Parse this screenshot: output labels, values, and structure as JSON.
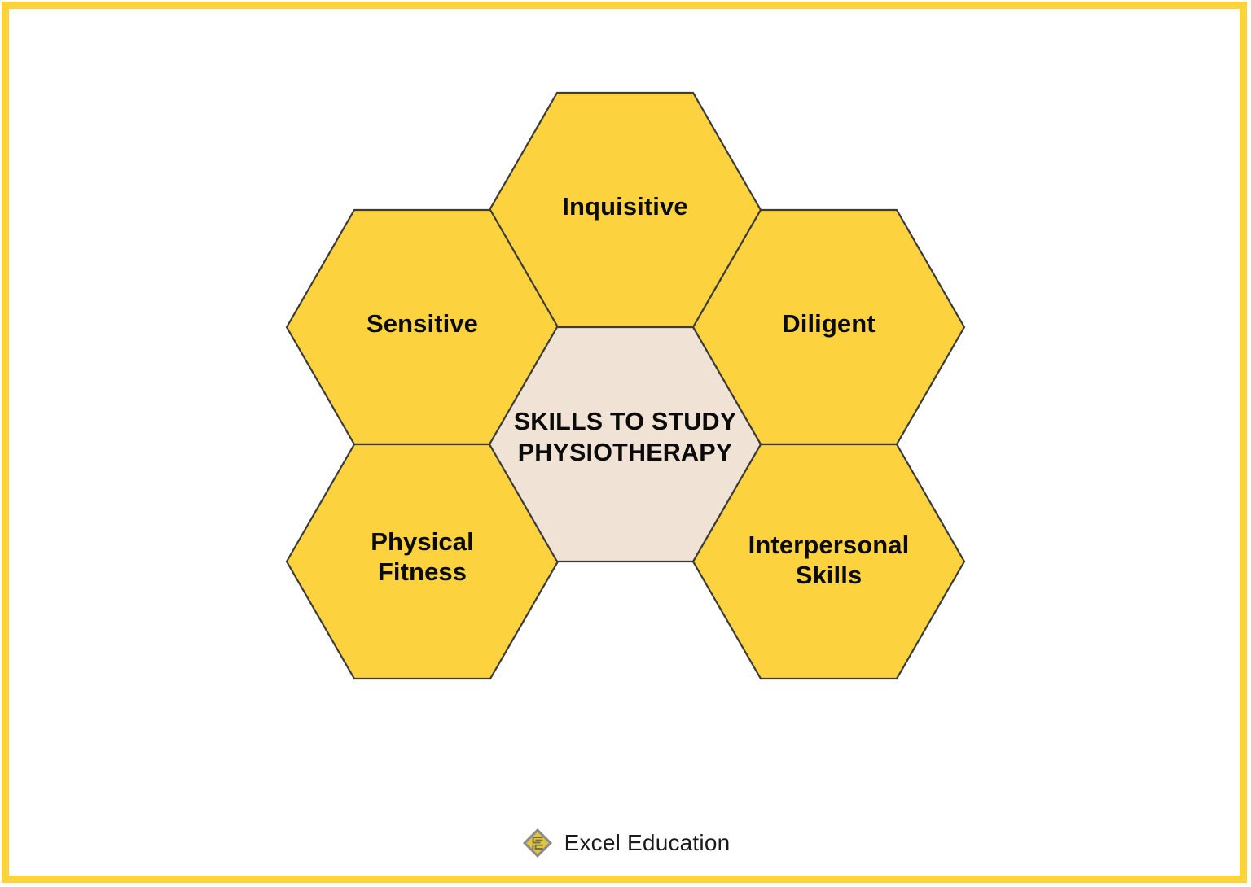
{
  "page": {
    "background_color": "#ffffff",
    "frame_color": "#FDD33B"
  },
  "diagram": {
    "type": "honeycomb-hexagon-cluster",
    "center": {
      "label": "SKILLS TO STUDY\nPHYSIOTHERAPY",
      "fill_color": "#F0E2D4",
      "text_color": "#0b0b0b"
    },
    "cells": [
      {
        "id": "inquisitive",
        "label": "Inquisitive",
        "position": "top",
        "fill_color": "#FCD33F",
        "text_color": "#0b0b0b"
      },
      {
        "id": "sensitive",
        "label": "Sensitive",
        "position": "left-top",
        "fill_color": "#FCD33F",
        "text_color": "#0b0b0b"
      },
      {
        "id": "diligent",
        "label": "Diligent",
        "position": "right-top",
        "fill_color": "#FCD33F",
        "text_color": "#0b0b0b"
      },
      {
        "id": "physical-fitness",
        "label": "Physical\nFitness",
        "position": "left-bottom",
        "fill_color": "#FCD33F",
        "text_color": "#0b0b0b"
      },
      {
        "id": "interpersonal-skills",
        "label": "Interpersonal\nSkills",
        "position": "right-bottom",
        "fill_color": "#FCD33F",
        "text_color": "#0b0b0b"
      }
    ]
  },
  "footer": {
    "brand_name": "Excel Education",
    "logo_icon": "excel-education-diamond-logo",
    "logo_colors": {
      "diamond_outline": "#8c8c8c",
      "diamond_fill": "#E3C53A"
    }
  }
}
